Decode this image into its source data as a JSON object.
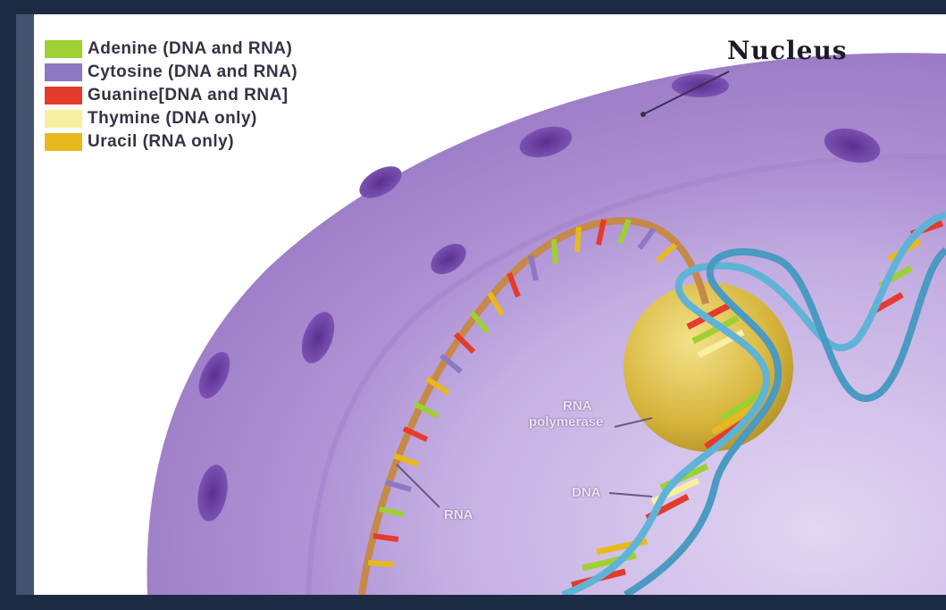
{
  "legend": {
    "items": [
      {
        "label": "Adenine (DNA and RNA)",
        "color": "#9fd033"
      },
      {
        "label": "Cytosine (DNA and RNA)",
        "color": "#8c79c4"
      },
      {
        "label": "Guanine[DNA and RNA]",
        "color": "#e53a2e"
      },
      {
        "label": "Thymine (DNA only)",
        "color": "#f6f0a0"
      },
      {
        "label": "Uracil (RNA only)",
        "color": "#e7b91e"
      }
    ]
  },
  "labels": {
    "nucleus": "Nucleus",
    "rna_polymerase_line1": "RNA",
    "rna_polymerase_line2": "polymerase",
    "dna": "DNA",
    "rna": "RNA"
  },
  "colors": {
    "frame": "#1d2a44",
    "background": "#ffffff",
    "nuclear_envelope": "#b59bd6",
    "nucleoplasm": "#c9b4e3",
    "nuclear_pore": "#6b3fa0",
    "polymerase": "#d9b93c"
  }
}
